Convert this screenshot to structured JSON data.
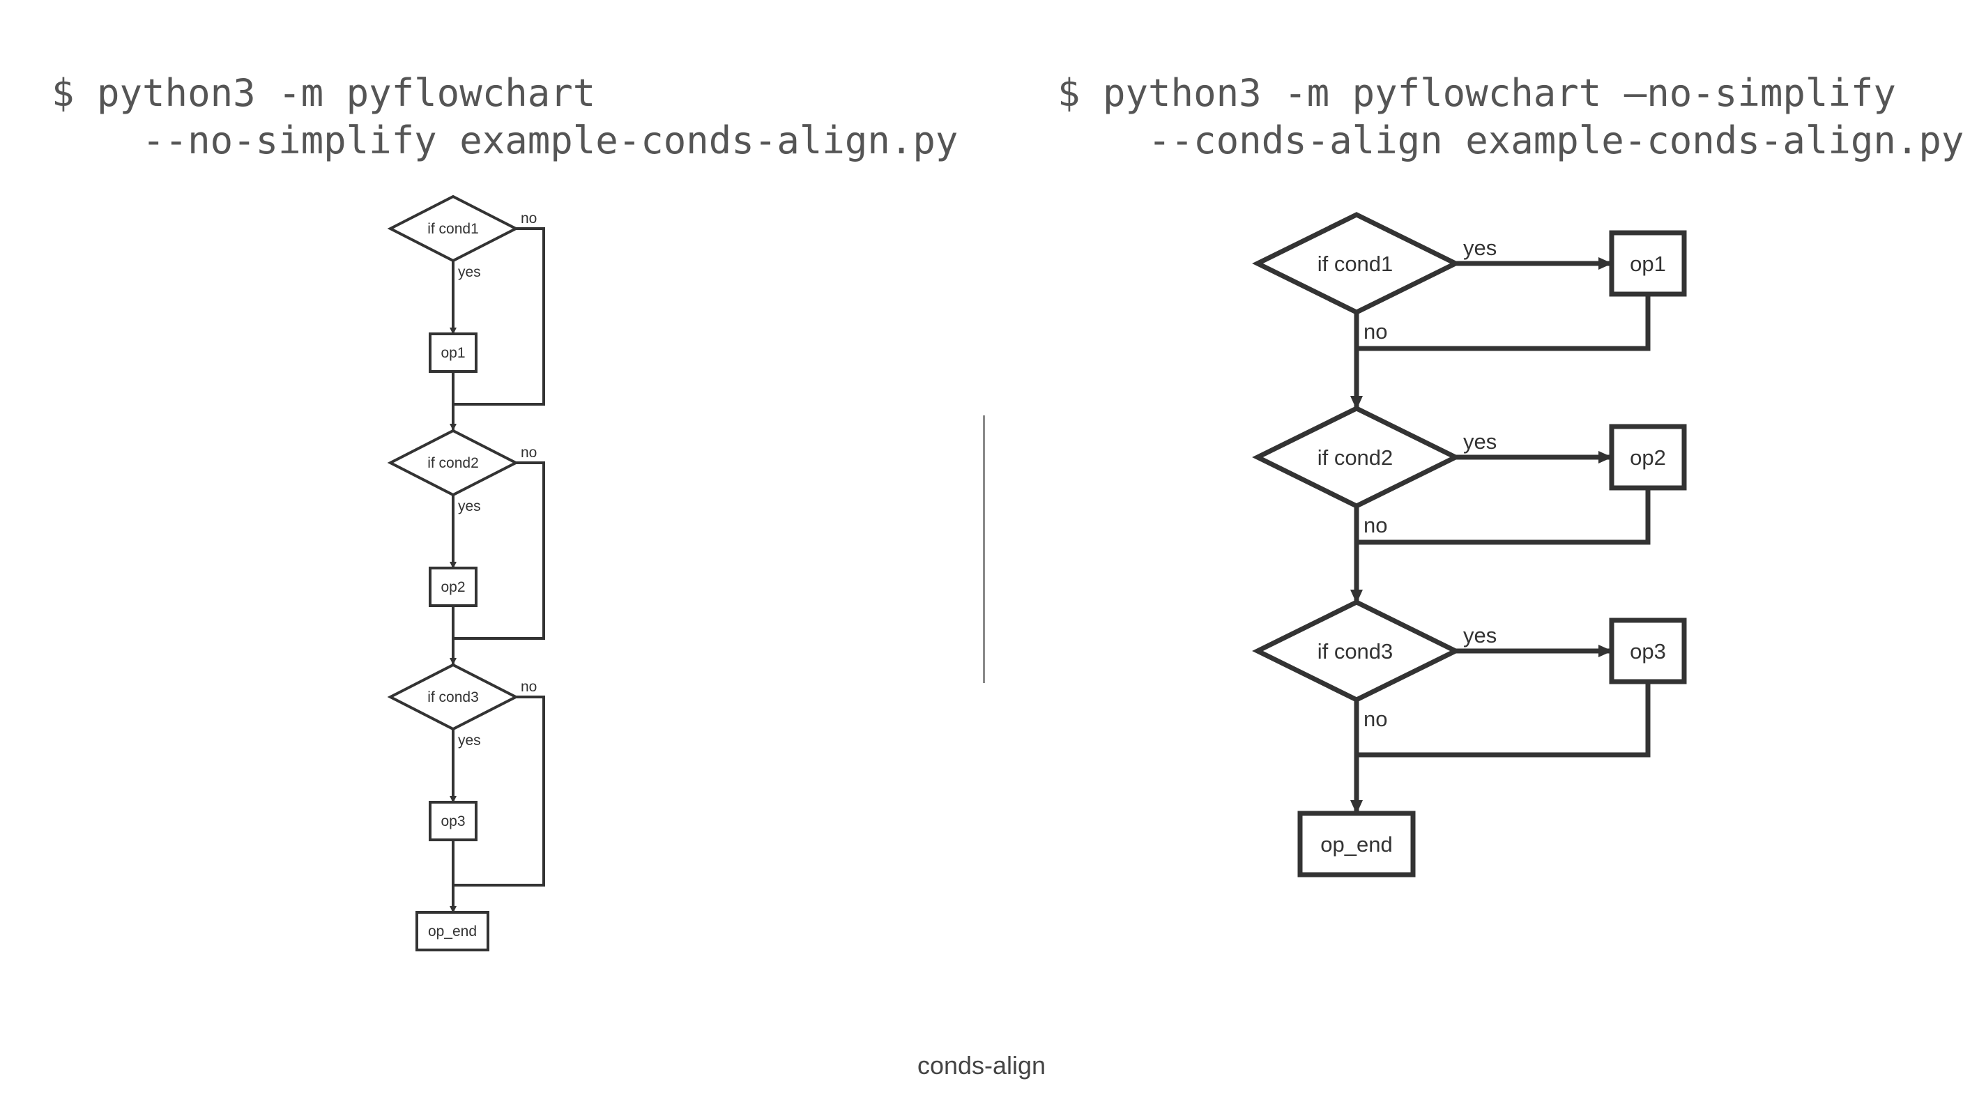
{
  "left": {
    "command_line1": "$ python3 -m pyflowchart",
    "command_line2": "    --no-simplify example-conds-align.py",
    "nodes": {
      "cond1": "if cond1",
      "op1": "op1",
      "cond2": "if cond2",
      "op2": "op2",
      "cond3": "if cond3",
      "op3": "op3",
      "op_end": "op_end"
    },
    "yes_label": "yes",
    "no_label": "no"
  },
  "right": {
    "command_line1": "$ python3 -m pyflowchart –no-simplify",
    "command_line2": "    --conds-align example-conds-align.py",
    "nodes": {
      "cond1": "if cond1",
      "op1": "op1",
      "cond2": "if cond2",
      "op2": "op2",
      "cond3": "if cond3",
      "op3": "op3",
      "op_end": "op_end"
    },
    "yes_label": "yes",
    "no_label": "no"
  },
  "caption": "conds-align"
}
